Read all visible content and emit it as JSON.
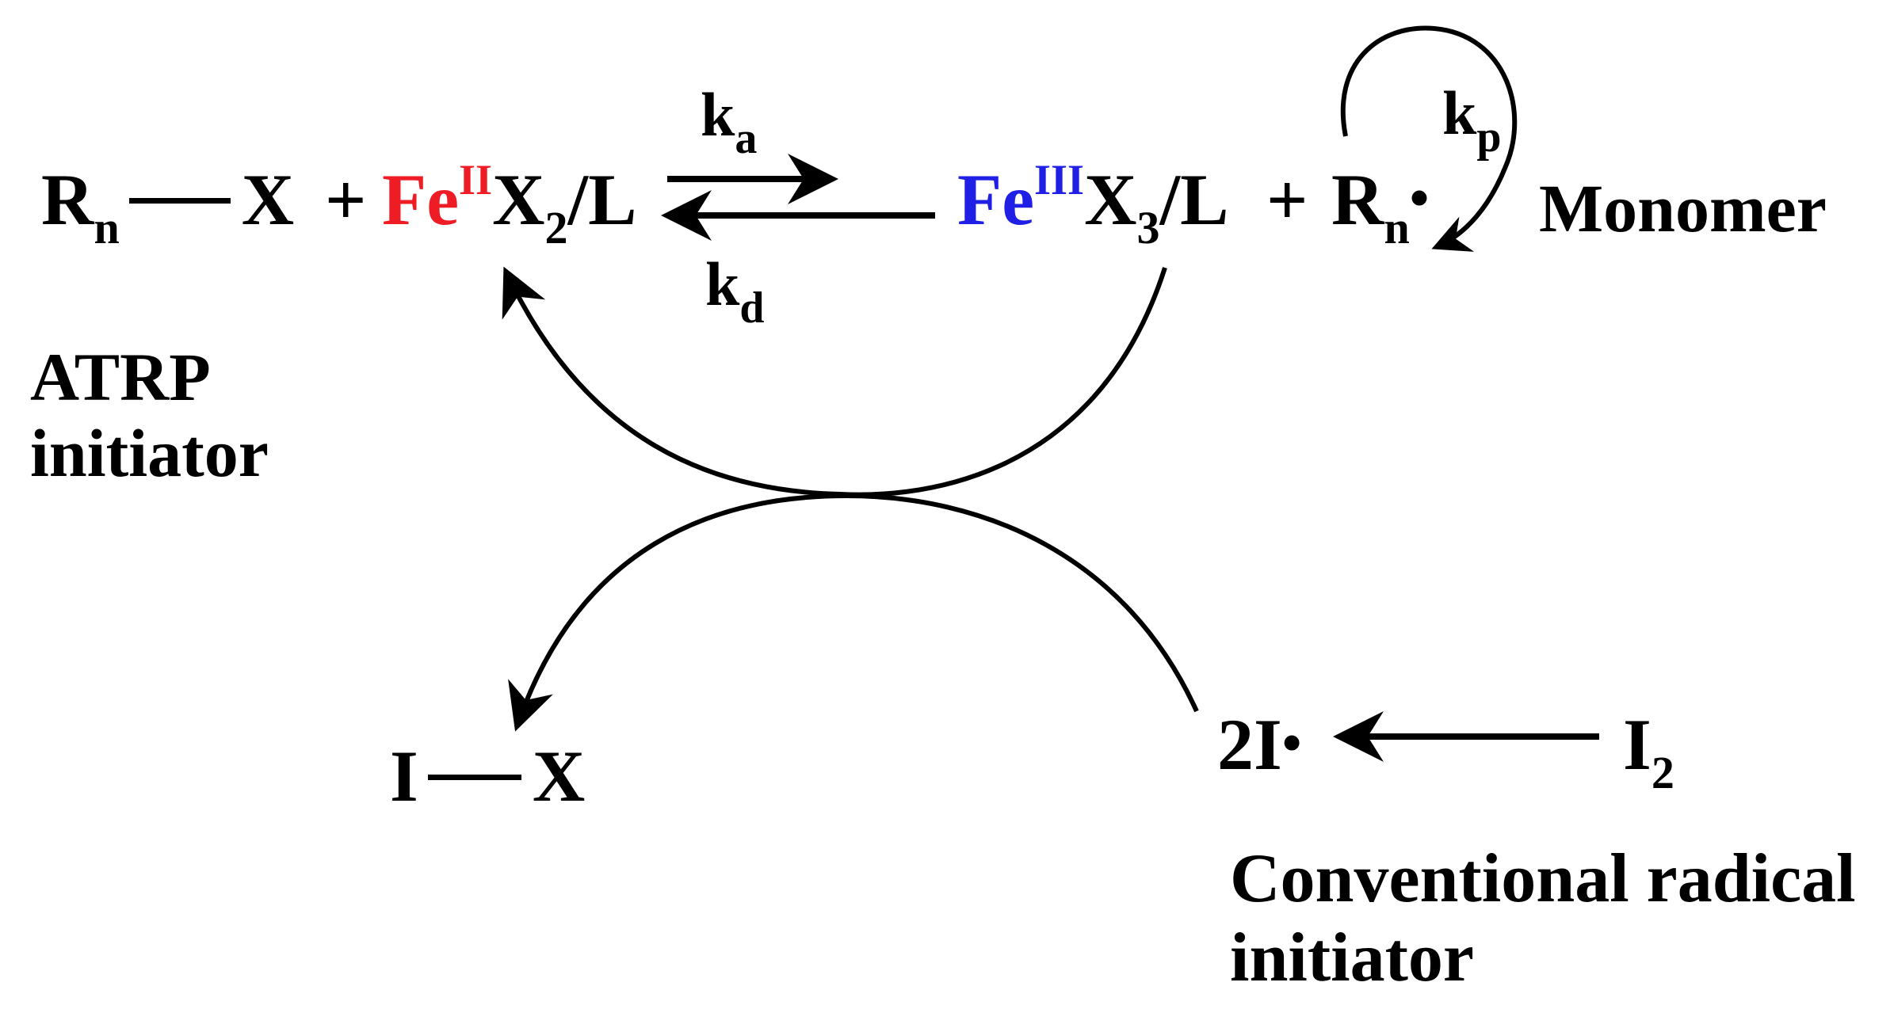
{
  "colors": {
    "fe2": "#ee1c25",
    "fe3": "#1f1fe6",
    "ink": "#000000"
  },
  "equation": {
    "r": "R",
    "r_sub": "n",
    "x": "X",
    "plus1": "+",
    "fe2": "Fe",
    "fe2_ox": "II",
    "fe2_x": "X",
    "fe2_x_sub": "2",
    "fe2_ligand": "/L",
    "fe3": "Fe",
    "fe3_ox": "III",
    "fe3_x": "X",
    "fe3_x_sub": "3",
    "fe3_ligand": "/L",
    "plus2": "+",
    "radical": "R",
    "radical_sub": "n",
    "radical_dot": "•",
    "monomer": "Monomer"
  },
  "rates": {
    "ka": "k",
    "ka_sub": "a",
    "kd": "k",
    "kd_sub": "d",
    "kp": "k",
    "kp_sub": "p"
  },
  "atrp_initiator": {
    "line1": "ATRP",
    "line2": "initiator"
  },
  "conventional": {
    "ix_i": "I",
    "ix_x": "X",
    "two_i": "2I",
    "two_i_dot": "•",
    "i2": "I",
    "i2_sub": "2",
    "label_line1": "Conventional radical",
    "label_line2": "initiator"
  }
}
